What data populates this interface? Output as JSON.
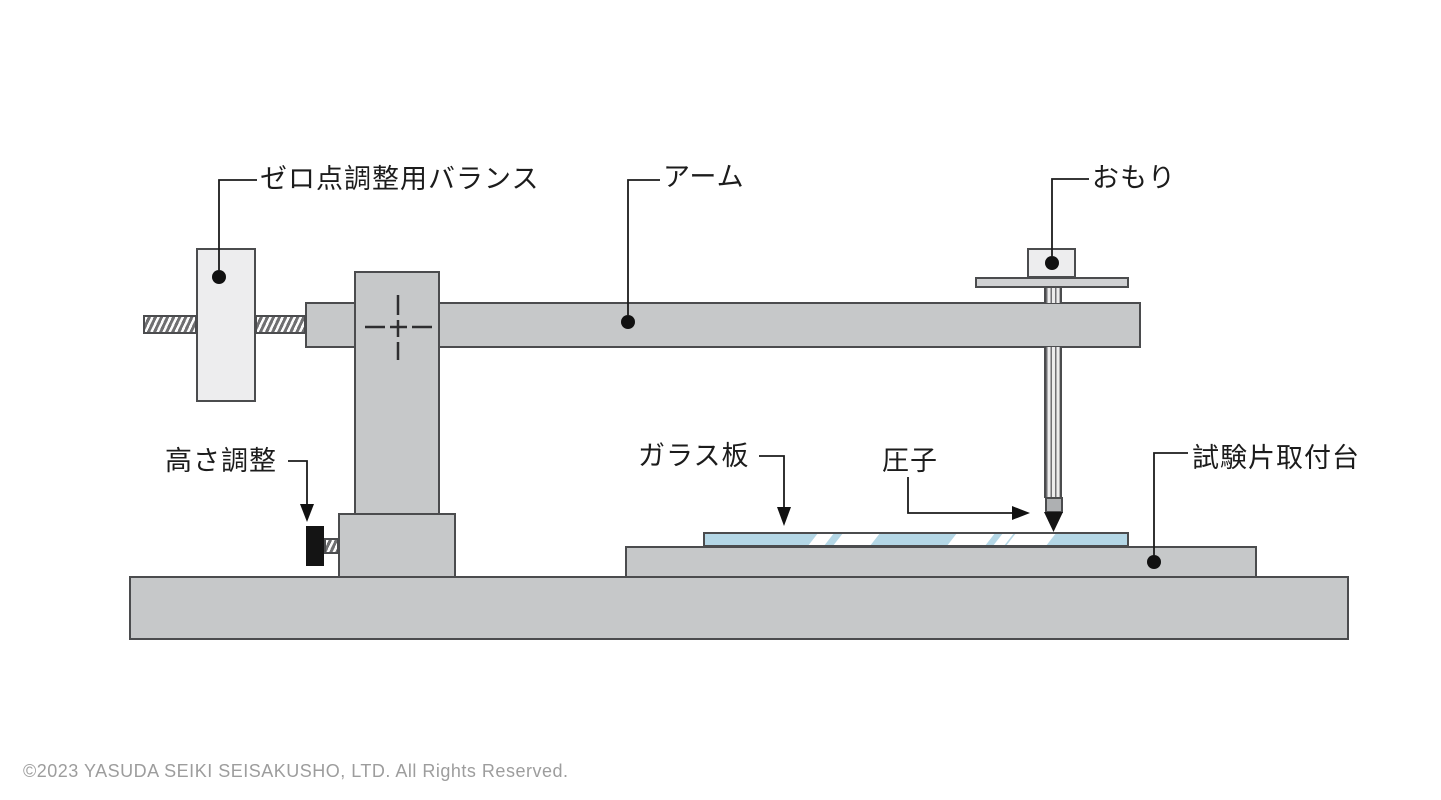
{
  "labels": {
    "zero_balance": "ゼロ点調整用バランス",
    "arm": "アーム",
    "weight": "おもり",
    "height_adjust": "高さ調整",
    "glass_plate": "ガラス板",
    "indenter": "圧子",
    "specimen_stage": "試験片取付台"
  },
  "footer": {
    "copyright": "©2023 YASUDA SEIKI SEISAKUSHO, LTD. All Rights Reserved."
  },
  "colors": {
    "background": "#ffffff",
    "metal": "#c6c8c9",
    "metal-light": "#ededee",
    "metal-mid": "#d0d1d3",
    "metal-dark": "#aeb0b2",
    "outline": "#4b4c4e",
    "glass-blue": "#b4d7e6",
    "black": "#141414",
    "line": "#1b1b1b",
    "copyright-gray": "#9d9d9d"
  }
}
